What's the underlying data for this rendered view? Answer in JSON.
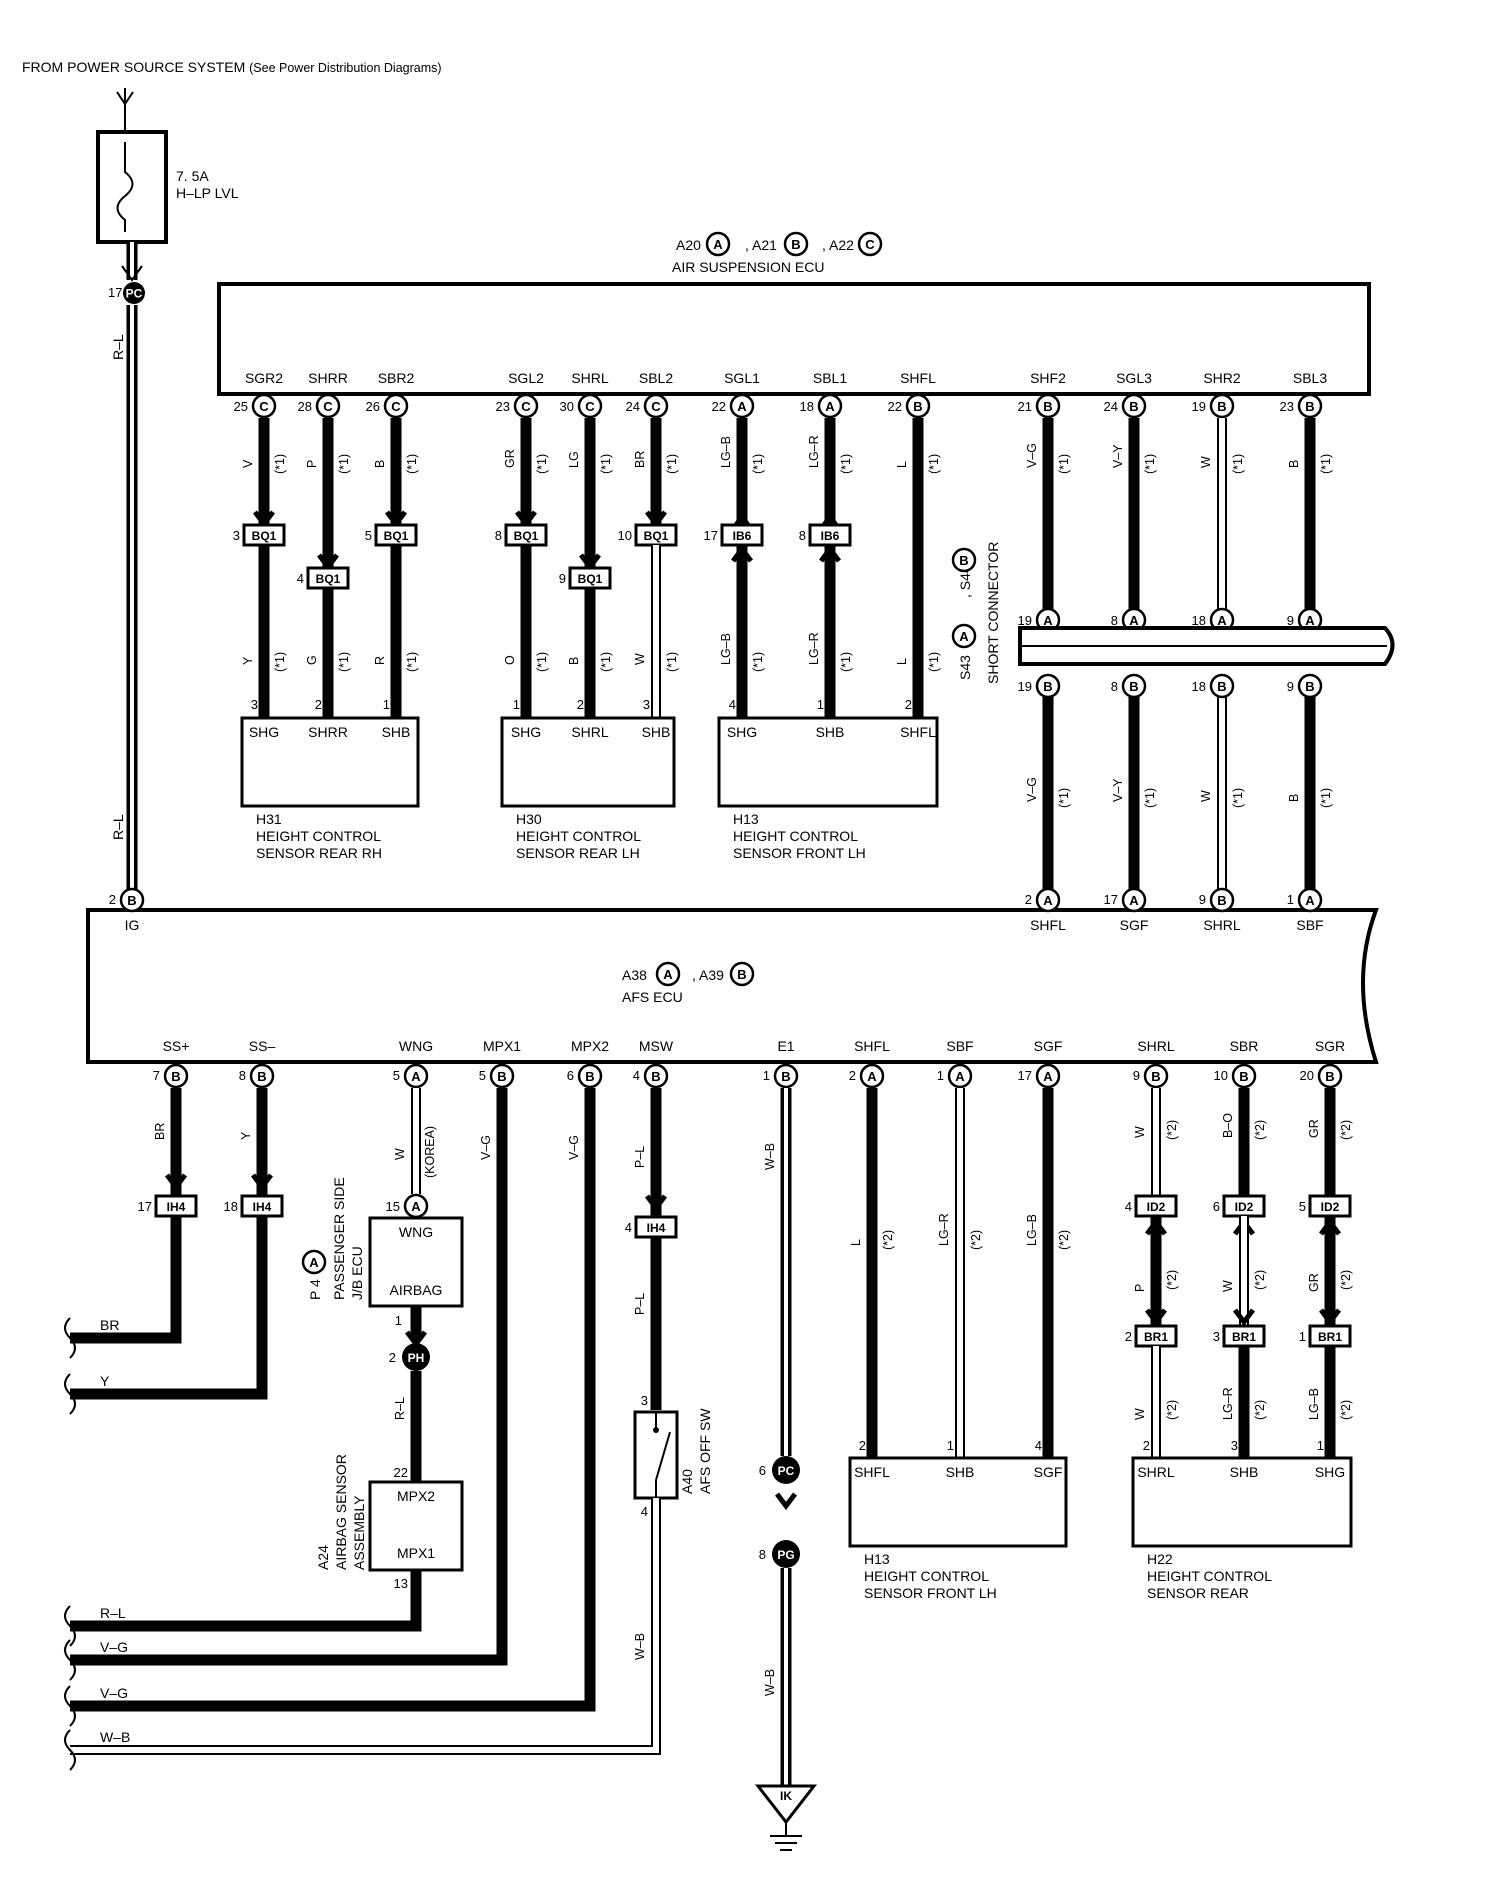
{
  "header": {
    "source": "FROM POWER SOURCE SYSTEM",
    "source_note": "(See Power Distribution Diagrams)"
  },
  "fuse": {
    "rating": "7. 5A",
    "name": "H–LP LVL"
  },
  "source_wire": {
    "pin": "17",
    "connector": "PC",
    "color_top": "R–L",
    "color_bottom": "R–L"
  },
  "air_suspension_ecu": {
    "name": "AIR SUSPENSION ECU",
    "connectors": [
      {
        "id": "A20",
        "code": "A"
      },
      {
        "id": "A21",
        "code": "B"
      },
      {
        "id": "A22",
        "code": "C"
      }
    ],
    "terminals": [
      {
        "name": "SGR2",
        "pin": "25",
        "code": "C",
        "color": "V",
        "note": "(*1)"
      },
      {
        "name": "SHRR",
        "pin": "28",
        "code": "C",
        "color": "P",
        "note": "(*1)"
      },
      {
        "name": "SBR2",
        "pin": "26",
        "code": "C",
        "color": "B",
        "note": "(*1)"
      },
      {
        "name": "SGL2",
        "pin": "23",
        "code": "C",
        "color": "GR",
        "note": "(*1)"
      },
      {
        "name": "SHRL",
        "pin": "30",
        "code": "C",
        "color": "LG",
        "note": "(*1)"
      },
      {
        "name": "SBL2",
        "pin": "24",
        "code": "C",
        "color": "BR",
        "note": "(*1)"
      },
      {
        "name": "SGL1",
        "pin": "22",
        "code": "A",
        "color": "LG–B",
        "note": "(*1)"
      },
      {
        "name": "SBL1",
        "pin": "18",
        "code": "A",
        "color": "LG–R",
        "note": "(*1)"
      },
      {
        "name": "SHFL",
        "pin": "22",
        "code": "B",
        "color": "L",
        "note": "(*1)"
      },
      {
        "name": "SHF2",
        "pin": "21",
        "code": "B",
        "color": "V–G",
        "note": "(*1)"
      },
      {
        "name": "SGL3",
        "pin": "24",
        "code": "B",
        "color": "V–Y",
        "note": "(*1)"
      },
      {
        "name": "SHR2",
        "pin": "19",
        "code": "B",
        "color": "W",
        "note": "(*1)"
      },
      {
        "name": "SBL3",
        "pin": "23",
        "code": "B",
        "color": "B",
        "note": "(*1)"
      }
    ]
  },
  "junctions_upper": [
    {
      "pin": "3",
      "label": "BQ1"
    },
    {
      "pin": "4",
      "label": "BQ1"
    },
    {
      "pin": "5",
      "label": "BQ1"
    },
    {
      "pin": "8",
      "label": "BQ1"
    },
    {
      "pin": "9",
      "label": "BQ1"
    },
    {
      "pin": "10",
      "label": "BQ1"
    },
    {
      "pin": "17",
      "label": "IB6"
    },
    {
      "pin": "8",
      "label": "IB6"
    }
  ],
  "lower_wire_colors": [
    "Y",
    "G",
    "R",
    "O",
    "B",
    "W",
    "LG–B",
    "LG–R",
    "L"
  ],
  "lower_wire_note": "(*1)",
  "sensors_upper": [
    {
      "id": "H31",
      "name1": "HEIGHT CONTROL",
      "name2": "SENSOR REAR RH",
      "terminals": [
        "SHG",
        "SHRR",
        "SHB"
      ],
      "pins": [
        "3",
        "2",
        "1"
      ]
    },
    {
      "id": "H30",
      "name1": "HEIGHT CONTROL",
      "name2": "SENSOR REAR LH",
      "terminals": [
        "SHG",
        "SHRL",
        "SHB"
      ],
      "pins": [
        "1",
        "2",
        "3"
      ]
    },
    {
      "id": "H13",
      "name1": "HEIGHT CONTROL",
      "name2": "SENSOR FRONT LH",
      "terminals": [
        "SHG",
        "SHB",
        "SHFL"
      ],
      "pins": [
        "4",
        "1",
        "2"
      ]
    }
  ],
  "short_connector": {
    "ids": [
      {
        "id": "S43",
        "code": "A"
      },
      {
        "id": "S44",
        "code": "B"
      }
    ],
    "name": "SHORT CONNECTOR",
    "top_pins": [
      {
        "pin": "19",
        "code": "A"
      },
      {
        "pin": "8",
        "code": "A"
      },
      {
        "pin": "18",
        "code": "A"
      },
      {
        "pin": "9",
        "code": "A"
      }
    ],
    "bottom_pins": [
      {
        "pin": "19",
        "code": "B"
      },
      {
        "pin": "8",
        "code": "B"
      },
      {
        "pin": "18",
        "code": "B"
      },
      {
        "pin": "9",
        "code": "B"
      }
    ]
  },
  "afs_ecu": {
    "name": "AFS ECU",
    "connectors": [
      {
        "id": "A38",
        "code": "A"
      },
      {
        "id": "A39",
        "code": "B"
      }
    ],
    "top_terminals": [
      {
        "name": "IG",
        "pin": "2",
        "code": "B"
      },
      {
        "name": "SHFL",
        "pin": "2",
        "code": "A"
      },
      {
        "name": "SGF",
        "pin": "17",
        "code": "A"
      },
      {
        "name": "SHRL",
        "pin": "9",
        "code": "B"
      },
      {
        "name": "SBF",
        "pin": "1",
        "code": "A"
      }
    ],
    "bottom_terminals": [
      {
        "name": "SS+",
        "pin": "7",
        "code": "B"
      },
      {
        "name": "SS–",
        "pin": "8",
        "code": "B"
      },
      {
        "name": "WNG",
        "pin": "5",
        "code": "A"
      },
      {
        "name": "MPX1",
        "pin": "5",
        "code": "B"
      },
      {
        "name": "MPX2",
        "pin": "6",
        "code": "B"
      },
      {
        "name": "MSW",
        "pin": "4",
        "code": "B"
      },
      {
        "name": "E1",
        "pin": "1",
        "code": "B"
      },
      {
        "name": "SHFL",
        "pin": "2",
        "code": "A"
      },
      {
        "name": "SBF",
        "pin": "1",
        "code": "A"
      },
      {
        "name": "SGF",
        "pin": "17",
        "code": "A"
      },
      {
        "name": "SHRL",
        "pin": "9",
        "code": "B"
      },
      {
        "name": "SBR",
        "pin": "10",
        "code": "B"
      },
      {
        "name": "SGR",
        "pin": "20",
        "code": "B"
      }
    ]
  },
  "lower_labels": {
    "ss_colors": [
      "BR",
      "Y"
    ],
    "ih4": [
      {
        "pin": "17",
        "label": "IH4"
      },
      {
        "pin": "18",
        "label": "IH4"
      },
      {
        "pin": "4",
        "label": "IH4"
      }
    ],
    "wng_color": "W",
    "korea": "(KOREA)",
    "mpx_color": "V–G",
    "msw_color": "P–L",
    "e1_color": "W–B",
    "star2": "(*2)",
    "front_colors": [
      "L",
      "LG–R",
      "LG–B"
    ],
    "rear_colors_top": [
      "W",
      "B–O",
      "GR"
    ],
    "rear_colors_mid": [
      "P",
      "W",
      "GR"
    ],
    "rear_colors_bot": [
      "W",
      "LG–R",
      "LG–B"
    ],
    "id2": [
      {
        "pin": "4",
        "label": "ID2"
      },
      {
        "pin": "6",
        "label": "ID2"
      },
      {
        "pin": "5",
        "label": "ID2"
      }
    ],
    "br1": [
      {
        "pin": "2",
        "label": "BR1"
      },
      {
        "pin": "3",
        "label": "BR1"
      },
      {
        "pin": "1",
        "label": "BR1"
      }
    ]
  },
  "passenger_jb": {
    "id": "P 4",
    "code": "A",
    "name1": "PASSENGER SIDE",
    "name2": "J/B ECU",
    "pin_in": "15",
    "pin_in_code": "A",
    "t1": "WNG",
    "t2": "AIRBAG",
    "pin_out": "1",
    "ph_pin": "2",
    "ph": "PH",
    "ph_color": "R–L"
  },
  "airbag_sensor": {
    "id": "A24",
    "name1": "AIRBAG SENSOR",
    "name2": "ASSEMBLY",
    "t1": "MPX2",
    "t2": "MPX1",
    "pin_in": "22",
    "pin_out": "13"
  },
  "afs_off_sw": {
    "id": "A40",
    "name": "AFS OFF SW",
    "pin_top": "3",
    "pin_bottom": "4"
  },
  "ground": {
    "pc_pin": "6",
    "pc": "PC",
    "pg_pin": "8",
    "pg": "PG",
    "ground": "IK"
  },
  "sensors_lower": [
    {
      "id": "H13",
      "name1": "HEIGHT CONTROL",
      "name2": "SENSOR FRONT LH",
      "terminals": [
        "SHFL",
        "SHB",
        "SGF"
      ],
      "pins": [
        "2",
        "1",
        "4"
      ]
    },
    {
      "id": "H22",
      "name1": "HEIGHT CONTROL",
      "name2": "SENSOR REAR",
      "terminals": [
        "SHRL",
        "SHB",
        "SHG"
      ],
      "pins": [
        "2",
        "3",
        "1"
      ]
    }
  ],
  "exits": [
    "BR",
    "Y",
    "R–L",
    "V–G",
    "V–G",
    "W–B"
  ]
}
